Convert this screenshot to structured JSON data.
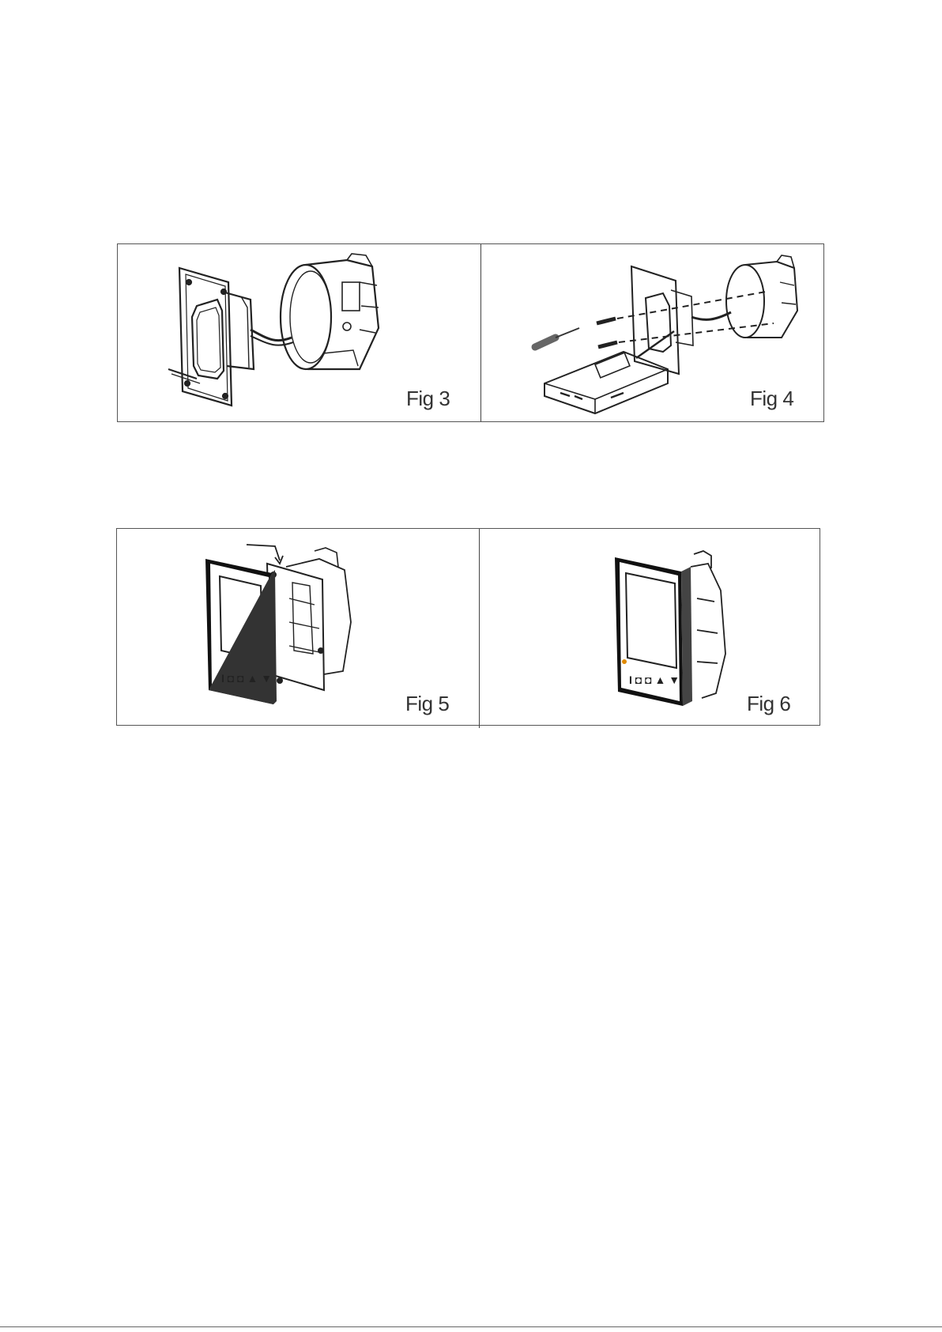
{
  "figures": [
    {
      "label": "Fig 3",
      "description_icon": "backplate-and-wall-box-icon"
    },
    {
      "label": "Fig 4",
      "description_icon": "screwdriver-mounting-icon"
    },
    {
      "label": "Fig 5",
      "description_icon": "front-panel-attach-icon"
    },
    {
      "label": "Fig 6",
      "description_icon": "thermostat-installed-icon"
    }
  ],
  "colors": {
    "line": "#222222",
    "border": "#555555",
    "accent_led": "#e08a00"
  }
}
